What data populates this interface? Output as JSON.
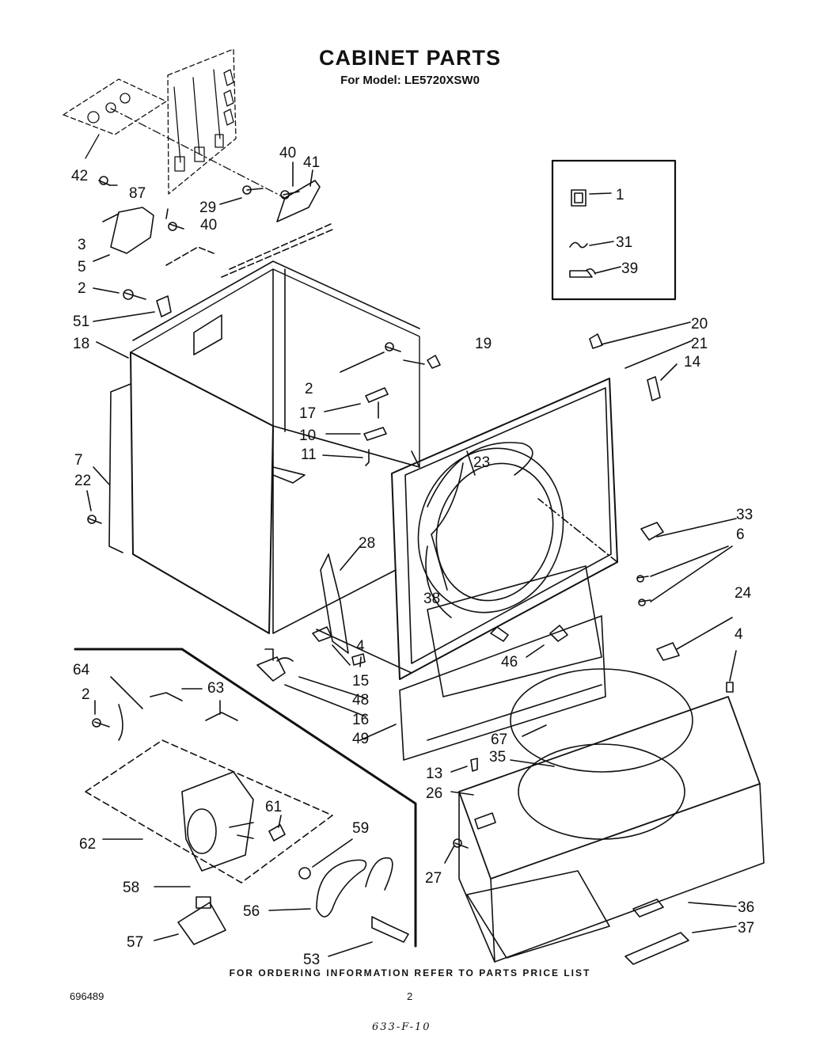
{
  "title": "CABINET PARTS",
  "subtitle": "For Model: LE5720XSW0",
  "footer_note": "FOR ORDERING INFORMATION REFER TO PARTS PRICE LIST",
  "doc_number": "696489",
  "page_number": "2",
  "handwritten_note": "633-F-10",
  "part_labels": {
    "p1": "1",
    "p2": "2",
    "p3": "3",
    "p4": "4",
    "p5": "5",
    "p6": "6",
    "p7": "7",
    "p10": "10",
    "p11": "11",
    "p13": "13",
    "p14": "14",
    "p15": "15",
    "p16": "16",
    "p17": "17",
    "p18": "18",
    "p19": "19",
    "p20": "20",
    "p21": "21",
    "p22": "22",
    "p23": "23",
    "p24": "24",
    "p26": "26",
    "p27": "27",
    "p28": "28",
    "p29": "29",
    "p31": "31",
    "p33": "33",
    "p35": "35",
    "p36": "36",
    "p37": "37",
    "p38": "38",
    "p39": "39",
    "p40": "40",
    "p41": "41",
    "p42": "42",
    "p46": "46",
    "p48": "48",
    "p49": "49",
    "p51": "51",
    "p53": "53",
    "p56": "56",
    "p57": "57",
    "p58": "58",
    "p59": "59",
    "p61": "61",
    "p62": "62",
    "p63": "63",
    "p64": "64",
    "p67": "67",
    "p87": "87"
  }
}
